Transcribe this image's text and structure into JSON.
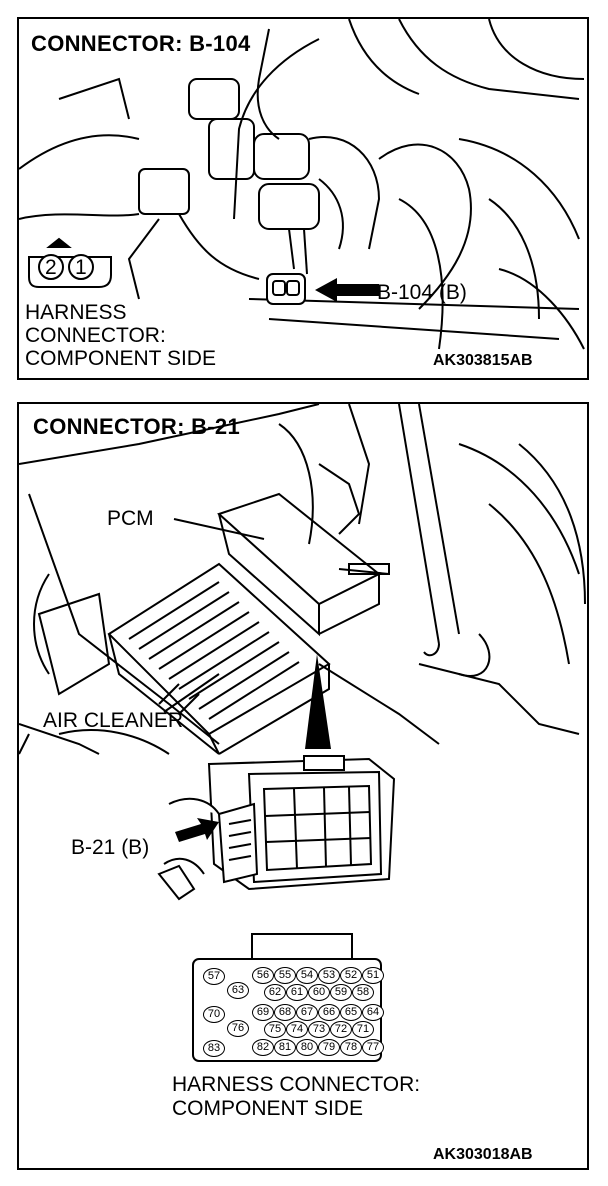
{
  "panel1": {
    "title": "CONNECTOR: B-104",
    "pins": [
      "2",
      "1"
    ],
    "harness_label": [
      "HARNESS",
      "CONNECTOR:",
      "COMPONENT SIDE"
    ],
    "callout": "B-104 (B)",
    "code": "AK303815AB"
  },
  "panel2": {
    "title": "CONNECTOR: B-21",
    "pcm_label": "PCM",
    "air_cleaner_label": "AIR CLEANER",
    "callout": "B-21 (B)",
    "harness_label": [
      "HARNESS CONNECTOR:",
      "COMPONENT SIDE"
    ],
    "code": "AK303018AB",
    "pins": {
      "outer_left": [
        "57",
        "63",
        "70",
        "76",
        "83"
      ],
      "row1": [
        "56",
        "55",
        "54",
        "53",
        "52",
        "51"
      ],
      "row2": [
        "62",
        "61",
        "60",
        "59",
        "58"
      ],
      "row3": [
        "69",
        "68",
        "67",
        "66",
        "65",
        "64"
      ],
      "row4": [
        "75",
        "74",
        "73",
        "72",
        "71"
      ],
      "row5": [
        "82",
        "81",
        "80",
        "79",
        "78",
        "77"
      ]
    }
  }
}
